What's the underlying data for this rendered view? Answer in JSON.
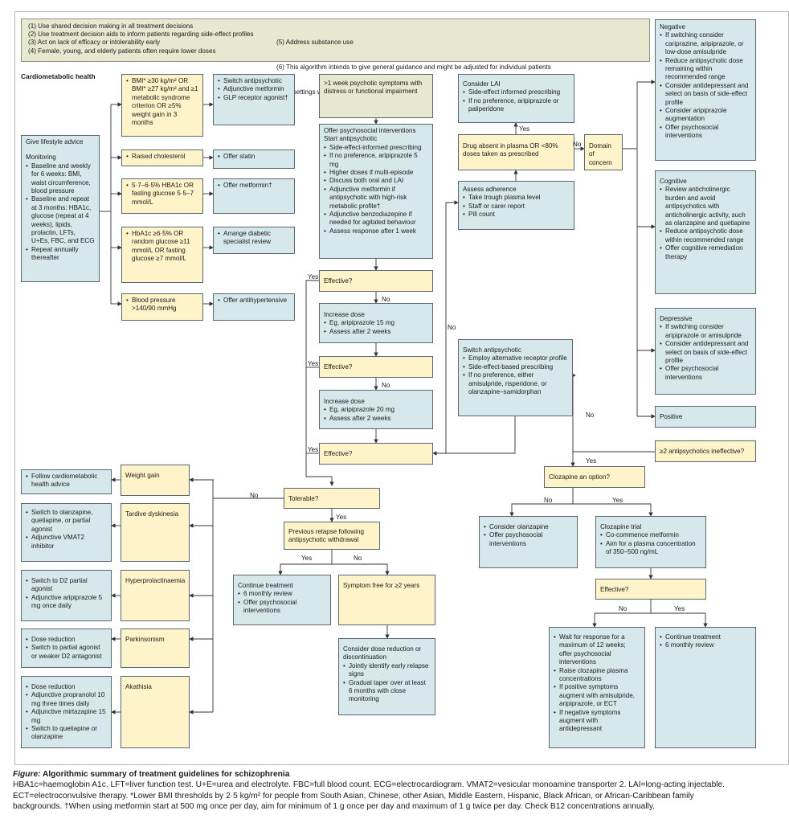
{
  "notes": {
    "left": [
      "(1) Use shared decision making in all treatment decisions",
      "(2) Use treatment decision aids to inform patients regarding side-effect profiles",
      "(3) Act on lack of efficacy or intolerability early",
      "(4) Female, young, and elderly patients often require lower doses"
    ],
    "right": [
      "(5) Address substance use",
      "(6) This algorithm intends to give general guidance and might be adjusted for individual patients",
      "     or settings where it might not be suitable"
    ]
  },
  "cardiometabolic": {
    "title": "Cardiometabolic health",
    "lifestyle": {
      "head": "Give lifestyle advice",
      "sub": "Monitoring",
      "items": [
        "Baseline and weekly for 6 weeks: BMI, waist circumference, blood pressure",
        "Baseline and repeat at 3 months: HBA1c, glucose (repeat at 4 weeks), lipids, prolactin, LFTs, U+Es, FBC, and ECG",
        "Repeat annually thereafter"
      ]
    },
    "conditions": [
      {
        "criteria": [
          "BMI* ≥30 kg/m² OR BMI* ≥27 kg/m² and ≥1 metabolic syndrome criterion OR ≥5% weight gain in 3 months"
        ],
        "actions": [
          "Switch antipsychotic",
          "Adjunctive metformin",
          "GLP receptor agonist†"
        ]
      },
      {
        "criteria": [
          "Raised cholesterol"
        ],
        "actions": [
          "Offer statin"
        ]
      },
      {
        "criteria": [
          "5·7–6·5% HBA1c OR fasting glucose 5·5–7 mmol/L"
        ],
        "actions": [
          "Offer metformin†"
        ]
      },
      {
        "criteria": [
          "HbA1c ≥6·5% OR random glucose ≥11 mmol/L OR fasting glucose ≥7 mmol/L"
        ],
        "actions": [
          "Arrange diabetic specialist review"
        ]
      },
      {
        "criteria": [
          "Blood pressure >140/90 mmHg"
        ],
        "actions": [
          "Offer antihypertensive"
        ]
      }
    ]
  },
  "main": {
    "symptoms": ">1 week psychotic symptoms with distress or functional impairment",
    "offer": {
      "head": [
        "Offer psychosocial interventions",
        "Start antipsychotic"
      ],
      "items": [
        "Side-effect-informed prescribing",
        "If no preference, aripiprazole 5 mg",
        "Higher doses if multi-episode",
        "Discuss both oral and LAI",
        "Adjunctive metformin if antipsychotic with high-risk metabolic profile†",
        "Adjunctive benzodiazepine if needed for agitated behaviour",
        "Assess response after 1 week"
      ]
    },
    "effective": "Effective?",
    "inc1": {
      "head": "Increase dose",
      "items": [
        "Eg, aripiprazole 15 mg",
        "Assess after 2 weeks"
      ]
    },
    "inc2": {
      "head": "Increase dose",
      "items": [
        "Eg, aripiprazole 20 mg",
        "Assess after 2 weeks"
      ]
    },
    "tolerable": "Tolerable?",
    "relapse": "Previous relapse following antipsychotic withdrawal",
    "continue": {
      "head": "Continue treatment",
      "items": [
        "6 monthly review",
        "Offer psychosocial interventions"
      ]
    },
    "symptom_free": "Symptom free for ≥2 years",
    "reduction": {
      "head": "Consider dose reduction or discontinuation",
      "items": [
        "Jointly identify early relapse signs",
        "Gradual taper over at least 6 months with close monitoring"
      ]
    }
  },
  "side_effects": [
    {
      "name": "Weight gain",
      "actions": [
        "Follow cardiometabolic health advice"
      ]
    },
    {
      "name": "Tardive dyskinesia",
      "actions": [
        "Switch to olanzapine, quetiapine, or partial agonist",
        "Adjunctive VMAT2 inhibitor"
      ]
    },
    {
      "name": "Hyperprolactinaemia",
      "actions": [
        "Switch to D2 partial agonist",
        "Adjunctive aripiprazole 5 mg once daily"
      ]
    },
    {
      "name": "Parkinsonism",
      "actions": [
        "Dose reduction",
        "Switch to partial agonist or weaker D2 antagonist"
      ]
    },
    {
      "name": "Akathisia",
      "actions": [
        "Dose reduction",
        "Adjunctive propranolol 10 mg three times daily",
        "Adjunctive mirtazapine 15 mg",
        "Switch to quetiapine or olanzapine"
      ]
    }
  ],
  "adherence": {
    "lai": {
      "head": "Consider LAI",
      "items": [
        "Side-effect informed prescribing",
        "If no preference, aripiprazole or paliperidone"
      ]
    },
    "absent": "Drug absent in plasma OR <80% doses taken as prescribed",
    "assess": {
      "head": "Assess adherence",
      "items": [
        "Take trough plasma level",
        "Staff or carer report",
        "Pill count"
      ]
    },
    "domain": "Domain of concern"
  },
  "domains": [
    {
      "head": "Negative",
      "items": [
        "If switching consider cariprazine, aripiprazole, or low-dose amisulpride",
        "Reduce antipsychotic dose remaining within recommended range",
        "Consider antidepressant and select on basis of side-effect profile",
        "Consider aripiprazole augmentation",
        "Offer psychosocial interventions"
      ]
    },
    {
      "head": "Cognitive",
      "items": [
        "Review anticholinergic burden and avoid antipsychotics with anticholinergic activity, such as olanzapine and quetiapine",
        "Reduce antipsychotic dose within recommended range",
        "Offer cognitive remediation therapy"
      ]
    },
    {
      "head": "Depressive",
      "items": [
        "If switching consider aripiprazole or amisulpride",
        "Consider antidepressant and select on basis of side-effect profile",
        "Offer psychosocial interventions"
      ]
    },
    {
      "head": "Positive",
      "items": []
    }
  ],
  "switch": {
    "head": "Switch antipsychotic",
    "items": [
      "Employ alternative receptor profile",
      "Side-effect-based prescribing",
      "If no preference, either amisulpride, risperidone, or olanzapine–samidorphan"
    ]
  },
  "ineffective": "≥2 antipsychotics ineffective?",
  "clozapine_option": "Clozapine an option?",
  "olanzapine": {
    "items": [
      "Consider olanzapine",
      "Offer psychosocial interventions"
    ]
  },
  "clozapine_trial": {
    "head": "Clozapine trial",
    "items": [
      "Co-commence metformin",
      "Aim for a plasma concentration of 350–500 ng/mL"
    ]
  },
  "wait": {
    "items": [
      "Wait for response for a maximum of 12 weeks; offer psychosocial interventions",
      "Raise clozapine plasma concentrations",
      "If positive symptoms augment with amisulpride, aripiprazole, or ECT",
      "If negative symptoms augment with antidepressant"
    ]
  },
  "continue2": {
    "head": "",
    "items": [
      "Continue treatment",
      "6 monthly review"
    ]
  },
  "labels": {
    "yes": "Yes",
    "no": "No"
  },
  "caption": {
    "title_em": "Figure:",
    "title": " Algorithmic summary of treatment guidelines for schizophrenia",
    "line1": "HBA1c=haemoglobin A1c. LFT=liver function test. U+E=urea and electrolyte. FBC=full blood count. ECG=electrocardiogram. VMAT2=vesicular monoamine transporter 2. LAI=long-acting injectable.",
    "line2": "ECT=electroconvulsive therapy. *Lower BMI thresholds by 2·5 kg/m² for people from South Asian, Chinese, other Asian, Middle Eastern, Hispanic, Black African, or African-Caribbean family",
    "line3": "backgrounds. †When using metformin start at 500 mg once per day, aim for minimum of 1 g once per day and maximum of 1 g twice per day. Check B12 concentrations annually."
  },
  "colors": {
    "blue": "#d6e8ec",
    "yellow": "#fff3c9",
    "green": "#e6e8d0",
    "line": "#333333"
  }
}
